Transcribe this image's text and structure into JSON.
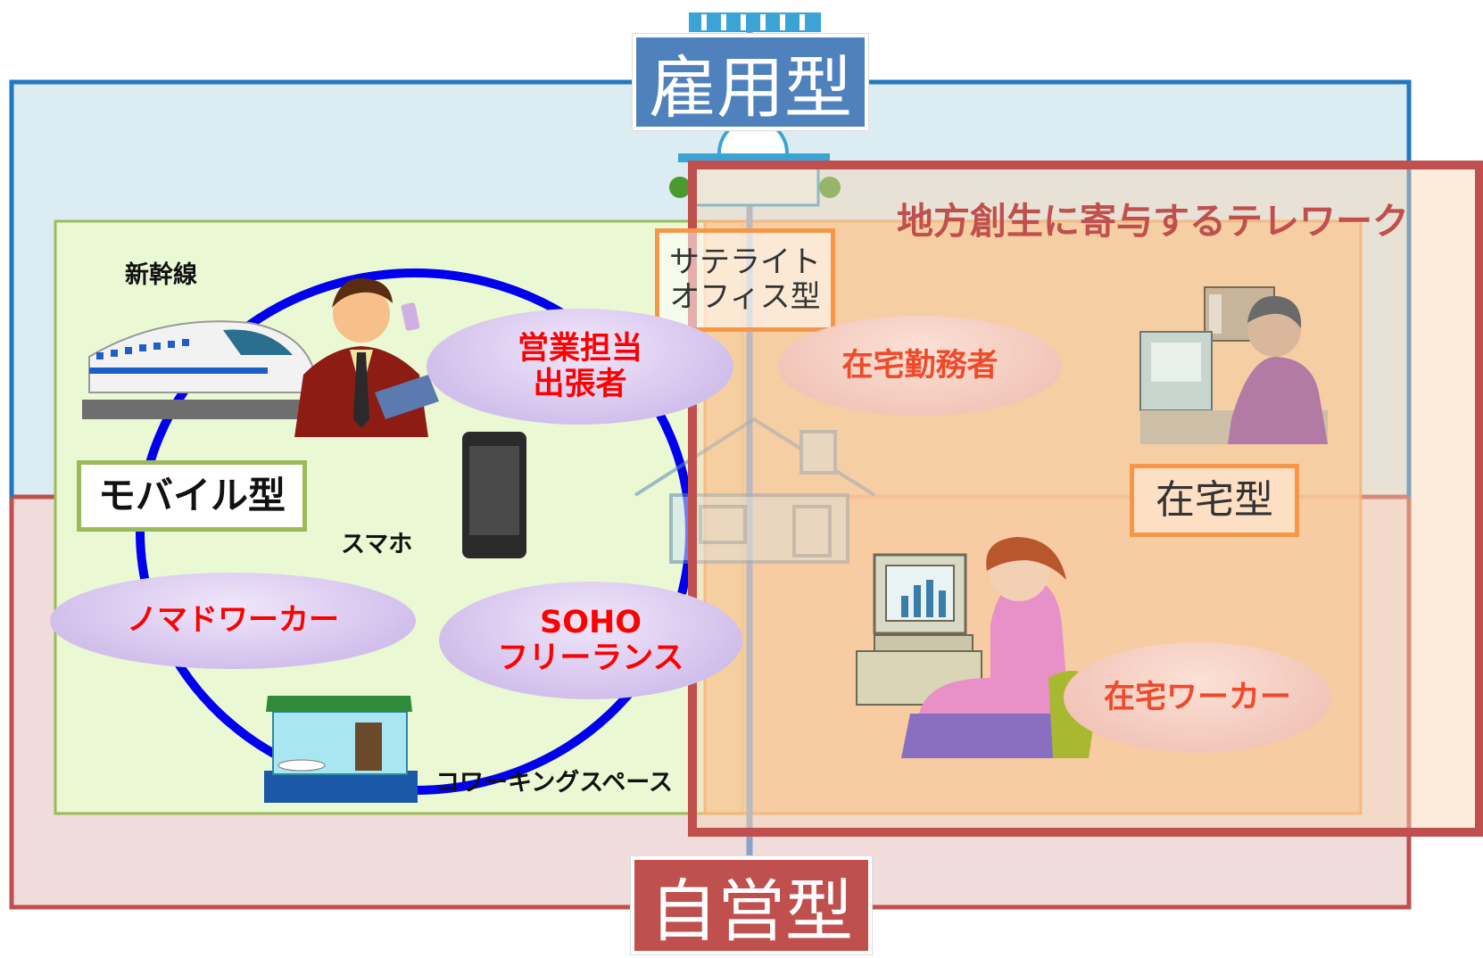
{
  "axis_labels": {
    "employed": "雇用型",
    "self_employed": "自営型"
  },
  "regional_title": "地方創生に寄与するテレワーク",
  "type_labels": {
    "mobile": "モバイル型",
    "satellite": "サテライト\nオフィス型",
    "home": "在宅型"
  },
  "roles": {
    "sales": "営業担当\n出張者",
    "nomad": "ノマドワーカー",
    "soho": "SOHO\nフリーランス",
    "home_employee": "在宅勤務者",
    "home_worker": "在宅ワーカー"
  },
  "places": {
    "shinkansen": "新幹線",
    "smartphone": "スマホ",
    "coworking": "コワーキングスペース"
  },
  "colors": {
    "employed_fill": "#dbedf3",
    "employed_border": "#1f78c1",
    "self_fill": "#f1dcdc",
    "self_border": "#c0504d",
    "mobile_fill": "#ebf8d4",
    "mobile_border": "#9bbb59",
    "home_fill": "#f9c28a",
    "home_border": "#f79646",
    "regional_border": "#c0504d",
    "employed_tag": "#4f81bd",
    "self_tag": "#c0504d",
    "role_text": "#ff0000",
    "home_role_text": "#f04a2a",
    "circle": "#0000ff"
  }
}
